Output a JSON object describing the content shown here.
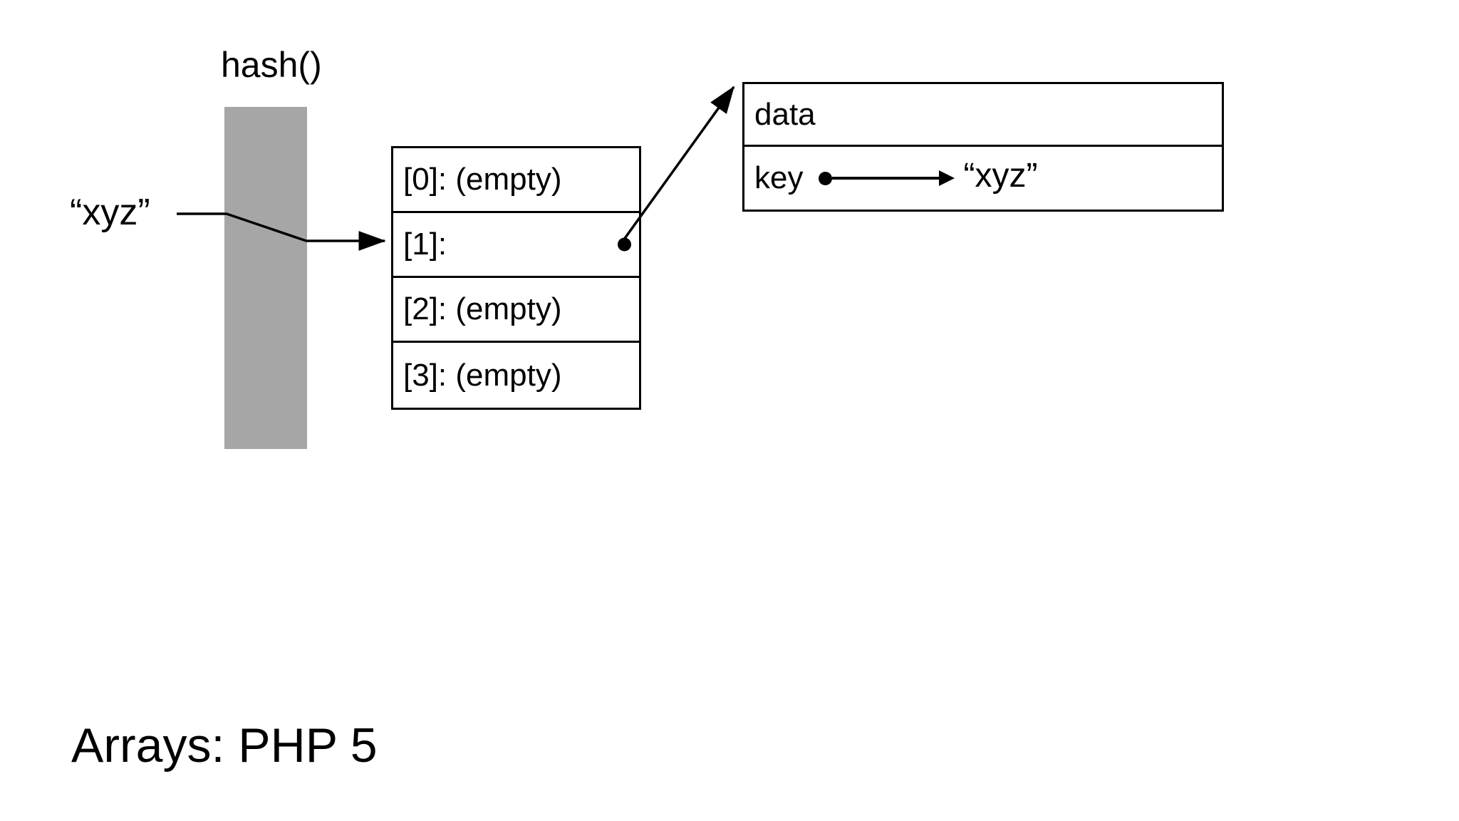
{
  "slide": {
    "title": "Arrays: PHP 5",
    "background_color": "#ffffff",
    "ink_color": "#000000"
  },
  "hash_function": {
    "label": "hash()",
    "bar_color": "#a6a6a6"
  },
  "input": {
    "key_literal": "“xyz”"
  },
  "bucket_array": {
    "rows": [
      {
        "label": "[0]: (empty)",
        "occupied": false
      },
      {
        "label": "[1]:",
        "occupied": true
      },
      {
        "label": "[2]: (empty)",
        "occupied": false
      },
      {
        "label": "[3]: (empty)",
        "occupied": false
      }
    ]
  },
  "record": {
    "rows": [
      {
        "label": "data"
      },
      {
        "label": "key"
      }
    ],
    "key_target": "“xyz”"
  },
  "chart_data": {
    "type": "diagram",
    "title": "Arrays: PHP 5",
    "description": "PHP 5 hash table: a string key is run through hash() to select a bucket index, the bucket stores a pointer to a record holding data and a key pointer back to the string.",
    "nodes": [
      {
        "id": "input-key",
        "kind": "label",
        "text": "“xyz”"
      },
      {
        "id": "hash-bar",
        "kind": "process",
        "text": "hash()"
      },
      {
        "id": "bucket-array",
        "kind": "table",
        "rows": [
          "[0]: (empty)",
          "[1]:",
          "[2]: (empty)",
          "[3]: (empty)"
        ]
      },
      {
        "id": "record-box",
        "kind": "table",
        "rows": [
          "data",
          "key"
        ]
      },
      {
        "id": "key-target",
        "kind": "label",
        "text": "“xyz”"
      }
    ],
    "edges": [
      {
        "from": "input-key",
        "to": "bucket-array.[1]",
        "via": "hash-bar",
        "style": "polyline-arrow"
      },
      {
        "from": "bucket-array.[1]",
        "to": "record-box",
        "style": "dot-origin-arrow"
      },
      {
        "from": "record-box.key",
        "to": "key-target",
        "style": "dot-origin-arrow"
      }
    ]
  }
}
